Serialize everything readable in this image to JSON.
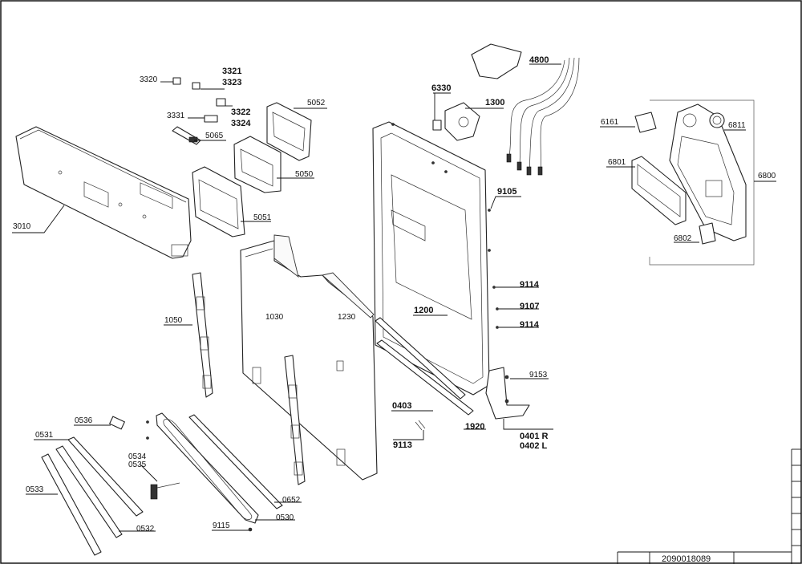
{
  "labels": {
    "l3320": "3320",
    "l3321": "3321",
    "l3323": "3323",
    "l3331": "3331",
    "l3322": "3322",
    "l3324": "3324",
    "l5052": "5052",
    "l5065": "5065",
    "l5050": "5050",
    "l5051": "5051",
    "l3010": "3010",
    "l6330": "6330",
    "l1300": "1300",
    "l4800": "4800",
    "l9105": "9105",
    "l9114a": "9114",
    "l9107": "9107",
    "l9114b": "9114",
    "l9153": "9153",
    "l1200": "1200",
    "l1030": "1030",
    "l1230": "1230",
    "l1050": "1050",
    "l0403": "0403",
    "l1920": "1920",
    "l9113": "9113",
    "l0401": "0401 R",
    "l0402": "0402 L",
    "l0536": "0536",
    "l0531": "0531",
    "l0534": "0534",
    "l0535": "0535",
    "l0533": "0533",
    "l0532": "0532",
    "l0652": "0652",
    "l0530": "0530",
    "l9115": "9115",
    "l6161": "6161",
    "l6811": "6811",
    "l6801": "6801",
    "l6800": "6800",
    "l6802": "6802"
  },
  "title_block": {
    "document_number": "2090018089"
  }
}
